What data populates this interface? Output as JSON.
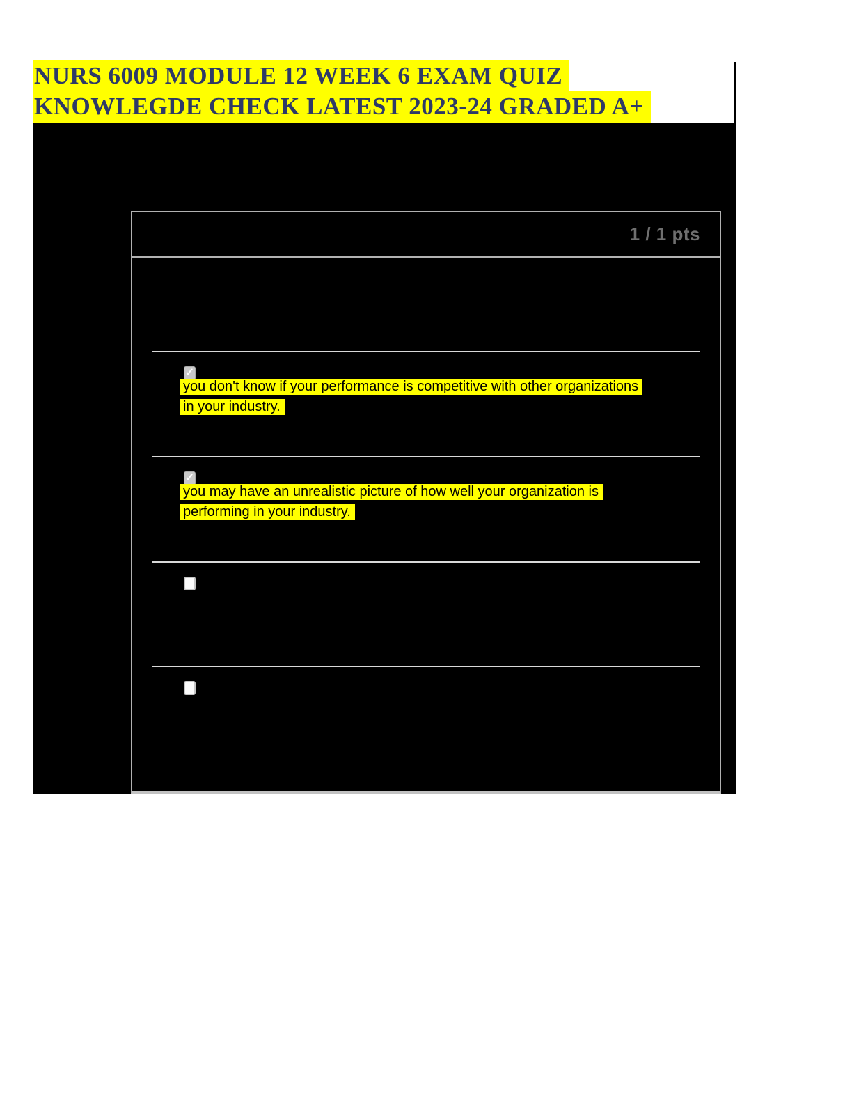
{
  "document": {
    "title_line1": "NURS 6009 MODULE 12 WEEK 6 EXAM QUIZ",
    "title_line2": "KNOWLEGDE CHECK LATEST 2023-24 GRADED A+"
  },
  "quiz": {
    "points_label": "1 / 1 pts",
    "options": [
      {
        "checked": true,
        "line1": "you don't know if your performance is competitive with other organizations",
        "line2": "in your industry."
      },
      {
        "checked": true,
        "line1": "you may have an unrealistic picture of how well your organization is",
        "line2": "performing in your industry."
      },
      {
        "checked": false,
        "line1": "",
        "line2": ""
      },
      {
        "checked": false,
        "line1": "",
        "line2": ""
      }
    ]
  },
  "icons": {
    "checkmark": "✓"
  },
  "colors": {
    "highlight": "#ffff00",
    "title_text": "#2e3a67",
    "screenshot_bg": "#000000",
    "panel_border": "#b1b1b1",
    "divider": "#d8d8d8",
    "points_text": "#6f6f6f",
    "checked_checkbox_fill": "#c9c9c9"
  }
}
